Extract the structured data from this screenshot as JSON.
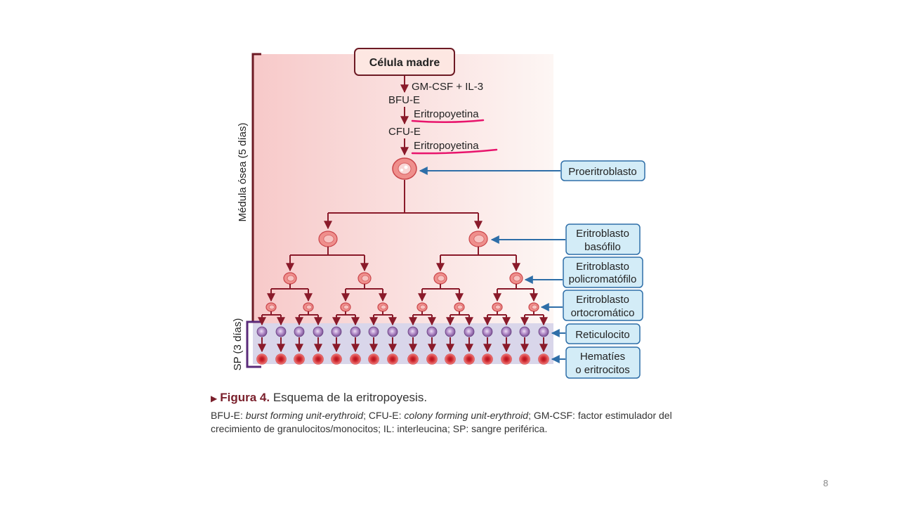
{
  "stem_cell": "Célula madre",
  "factors": {
    "f1": "GM-CSF + IL-3",
    "bfu": "BFU-E",
    "epo1": "Eritropoyetina",
    "cfu": "CFU-E",
    "epo2": "Eritropoyetina"
  },
  "brackets": {
    "marrow": "Médula ósea (5 días)",
    "blood": "SP (3 días)"
  },
  "labels": {
    "proerythroblast": "Proeritroblasto",
    "basophilic": [
      "Eritroblasto",
      "basófilo"
    ],
    "polychromatophilic": [
      "Eritroblasto",
      "policromatófilo"
    ],
    "orthochromatic": [
      "Eritroblasto",
      "ortocromático"
    ],
    "reticulocyte": "Reticulocito",
    "erythrocyte": [
      "Hematíes",
      "o eritrocitos"
    ]
  },
  "caption": {
    "prefix": "Figura 4.",
    "title": " Esquema de la eritropoyesis.",
    "note": [
      {
        "t": "BFU-E: ",
        "i": false
      },
      {
        "t": "burst forming unit-erythroid",
        "i": true
      },
      {
        "t": "; CFU-E: ",
        "i": false
      },
      {
        "t": "colony forming unit-erythroid",
        "i": true
      },
      {
        "t": "; GM-CSF: factor estimulador del crecimiento de granulocitos/monocitos; IL: interleucina; SP: sangre periférica.",
        "i": false
      }
    ]
  },
  "page_number": "8",
  "colors": {
    "arrow": "#8a1a2a",
    "pointer": "#2e6ea8",
    "label_fill": "#d3ecf7",
    "highlight": "#e8146c",
    "cell_red": "#e96a6a",
    "reticulocyte": "#a77bc0"
  }
}
